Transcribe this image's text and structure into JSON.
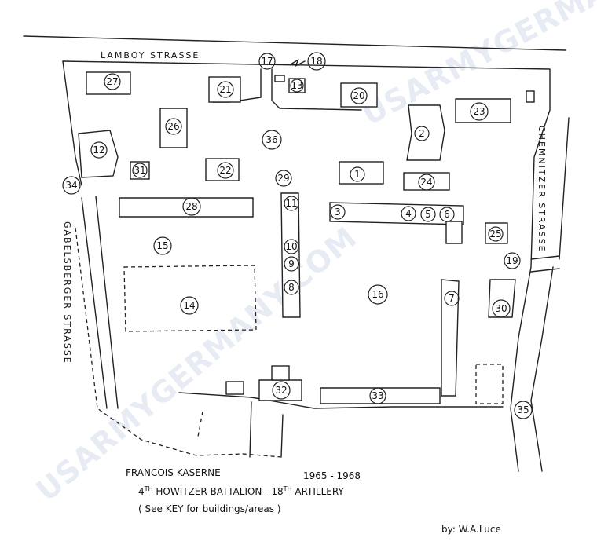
{
  "streets": {
    "north": "LAMBOY STRASSE",
    "east": "CHEMNITZER STRASSE",
    "west": "GABELSBERGER STRASSE"
  },
  "watermark": "USARMYGERMANY.COM",
  "caption": {
    "title": "FRANCOIS KASERNE",
    "years": "1965 - 1968",
    "unit_prefix": "4",
    "unit_sup1": "TH",
    "unit_mid": " HOWITZER BATTALION  -  18",
    "unit_sup2": "TH",
    "unit_end": " ARTILLERY",
    "key_note": "( See KEY for buildings/areas )",
    "author": "by: W.A.Luce"
  },
  "labels": {
    "n1": "1",
    "n2": "2",
    "n3": "3",
    "n4": "4",
    "n5": "5",
    "n6": "6",
    "n7": "7",
    "n8": "8",
    "n9": "9",
    "n10": "10",
    "n11": "11",
    "n12": "12",
    "n13": "13",
    "n14": "14",
    "n15": "15",
    "n16": "16",
    "n17": "17",
    "n18": "18",
    "n19": "19",
    "n20": "20",
    "n21": "21",
    "n22": "22",
    "n23": "23",
    "n24": "24",
    "n25": "25",
    "n26": "26",
    "n27": "27",
    "n28": "28",
    "n29": "29",
    "n30": "30",
    "n31": "31",
    "n32": "32",
    "n33": "33",
    "n34": "34",
    "n35": "35",
    "n36": "36"
  },
  "colors": {
    "ink": "#222222",
    "watermark": "#c9d3e8"
  }
}
